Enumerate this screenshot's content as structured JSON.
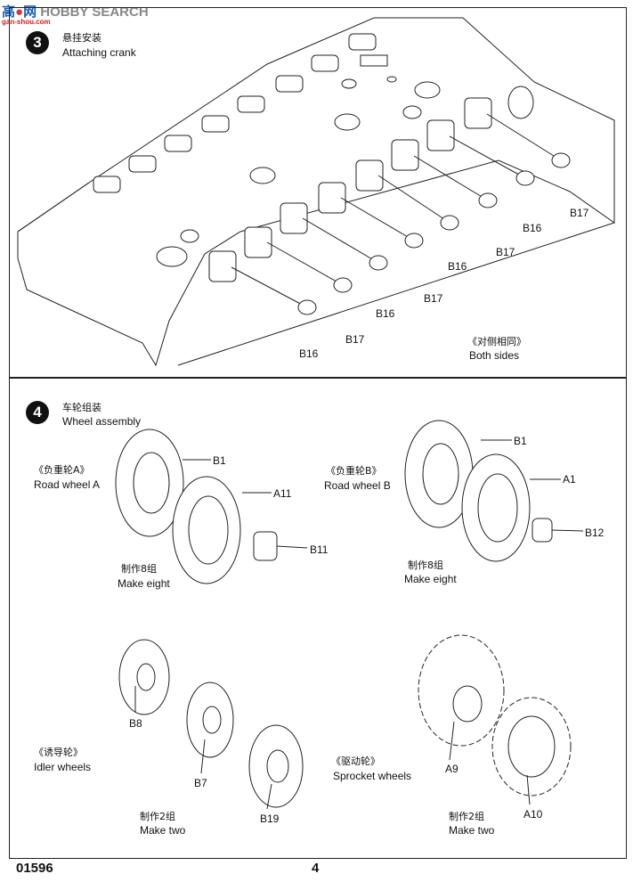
{
  "watermark": {
    "brand": "HOBBY SEARCH",
    "cn_logo": "高手网",
    "url": "gan-shou.com"
  },
  "step3": {
    "number": "3",
    "title_cn": "悬挂安装",
    "title_en": "Attaching crank",
    "parts": [
      "B17",
      "B16",
      "B17",
      "B16",
      "B17",
      "B16",
      "B17",
      "B16"
    ],
    "note_cn": "《对侧相同》",
    "note_en": "Both sides"
  },
  "step4": {
    "number": "4",
    "title_cn": "车轮组装",
    "title_en": "Wheel assembly",
    "road_wheel_a": {
      "label_cn": "《负重轮A》",
      "label_en": "Road wheel A",
      "parts": [
        "B1",
        "A11",
        "B11"
      ],
      "qty_cn": "制作8组",
      "qty_en": "Make eight"
    },
    "road_wheel_b": {
      "label_cn": "《负重轮B》",
      "label_en": "Road wheel B",
      "parts": [
        "B1",
        "A1",
        "B12"
      ],
      "qty_cn": "制作8组",
      "qty_en": "Make eight"
    },
    "idler": {
      "label_cn": "《诱导轮》",
      "label_en": "Idler wheels",
      "parts": [
        "B8",
        "B7",
        "B19"
      ],
      "qty_cn": "制作2组",
      "qty_en": "Make two"
    },
    "sprocket": {
      "label_cn": "《驱动轮》",
      "label_en": "Sprocket wheels",
      "parts": [
        "A9",
        "A10"
      ],
      "qty_cn": "制作2组",
      "qty_en": "Make two"
    }
  },
  "footer": {
    "kit_number": "01596",
    "page_number": "4"
  }
}
